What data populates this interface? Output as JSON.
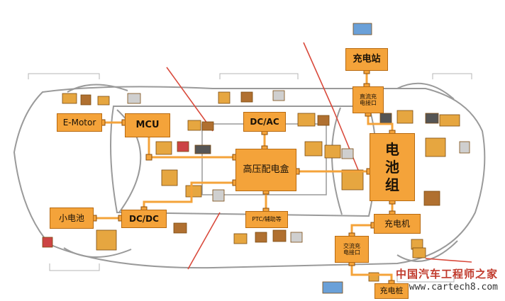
{
  "diagram": {
    "colors": {
      "box": "#f4a33a",
      "box_border": "#b86a10",
      "wire": "#f4a33a",
      "car_line": "#9a9a9a",
      "red_line": "#d94a3c"
    },
    "nodes": {
      "charging_station": "充电站",
      "dc_port": "直流充\n电接口",
      "e_motor": "E-Motor",
      "mcu": "MCU",
      "dcac": "DC/AC",
      "hv_box": "高压配电盒",
      "battery_pack": "电\n池\n组",
      "small_battery": "小电池",
      "dcdc": "DC/DC",
      "ptc": "PTC/辅助等",
      "charger": "充电机",
      "ac_port": "交流充\n电接口",
      "charging_pile": "充电桩"
    }
  },
  "watermark": {
    "cn": "中国汽车工程师之家",
    "url": "www.cartech8.com"
  }
}
